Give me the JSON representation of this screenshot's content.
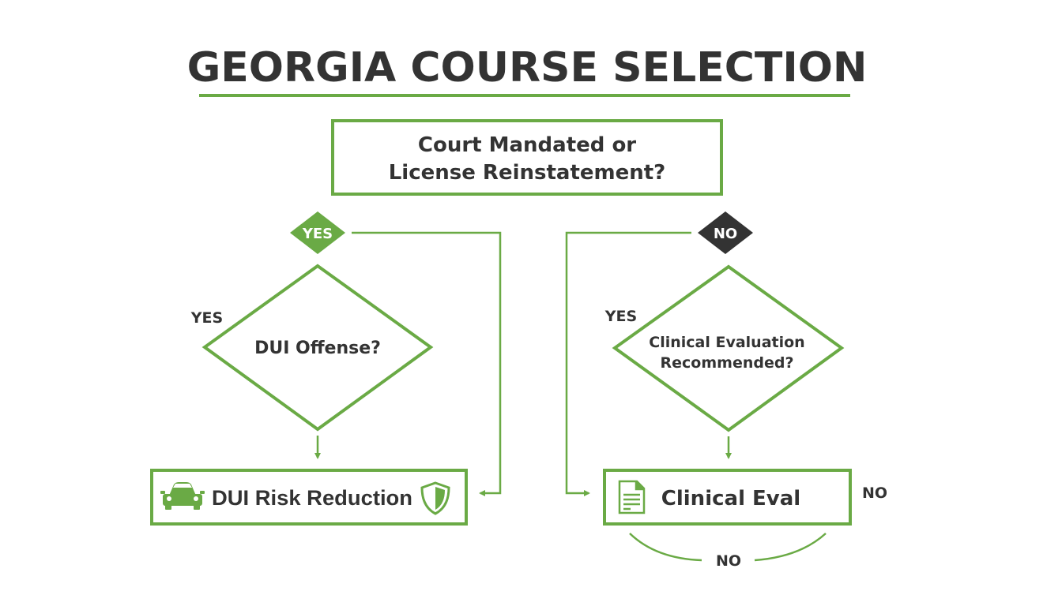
{
  "title": "GEORGIA COURSE SELECTION",
  "colors": {
    "accent": "#6aaa45",
    "dark": "#333333",
    "background": "#ffffff"
  },
  "start": {
    "line1": "Court Mandated or",
    "line2": "License Reinstatement?"
  },
  "branches": {
    "yes": "YES",
    "no": "NO"
  },
  "left": {
    "question": "DUI Offense?",
    "label": "YES",
    "result": "DUI Risk Reduction",
    "icons": [
      "car-icon",
      "shield-icon"
    ]
  },
  "right": {
    "question_line1": "Clinical Evaluation",
    "question_line2": "Recommended?",
    "label": "YES",
    "result": "Clinical Eval",
    "icons": [
      "document-icon"
    ],
    "side_label": "NO",
    "bottom_label": "NO"
  }
}
